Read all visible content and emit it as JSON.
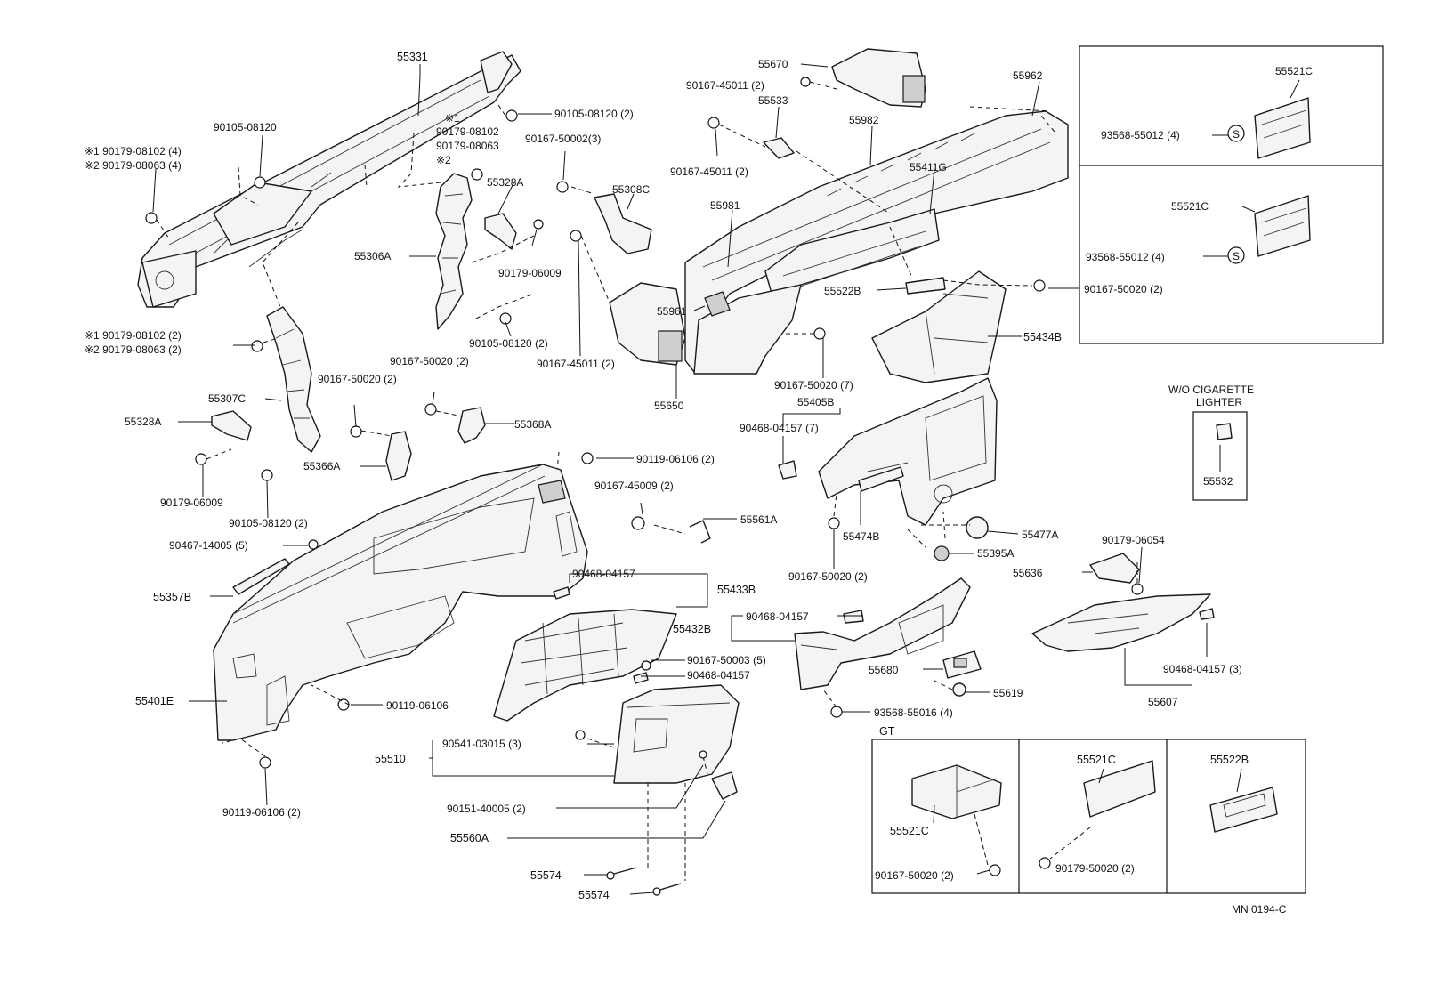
{
  "labels": {
    "p55331": "55331",
    "p90105_08120_top": "90105-08120",
    "p90179_08102_4": "※1 90179-08102 (4)",
    "p90179_08063_4": "※2 90179-08063 (4)",
    "p_mark1": "※1",
    "p90179_08102": "90179-08102",
    "p90179_08063": "90179-08063",
    "p_mark2": "※2",
    "p90105_08120_2a": "90105-08120 (2)",
    "p90167_50002_3": "90167-50002(3)",
    "p55328A_top": "55328A",
    "p55308C": "55308C",
    "p55306A": "55306A",
    "p90179_06009_mid": "90179-06009",
    "p90105_08120_2b": "90105-08120 (2)",
    "p90179_08102_2": "※1 90179-08102 (2)",
    "p90179_08063_2": "※2 90179-08063 (2)",
    "p90167_50020_2a": "90167-50020 (2)",
    "p90167_50020_2b": "90167-50020 (2)",
    "p55307C": "55307C",
    "p55328A_left": "55328A",
    "p55368A": "55368A",
    "p55366A": "55366A",
    "p90179_06009_left": "90179-06009",
    "p90105_08120_2c": "90105-08120 (2)",
    "p90119_06106_2a": "90119-06106 (2)",
    "p90467_14005_5": "90467-14005 (5)",
    "p55357B": "55357B",
    "p55401E": "55401E",
    "p90119_06106": "90119-06106",
    "p90119_06106_2b": "90119-06106 (2)",
    "p90167_45009_2": "90167-45009 (2)",
    "p55561A": "55561A",
    "p90468_04157_a": "90468-04157",
    "p55433B": "55433B",
    "p55432B": "55432B",
    "p90167_50003_5": "90167-50003 (5)",
    "p90468_04157_b": "90468-04157",
    "p90541_03015_3": "90541-03015 (3)",
    "p55510": "55510",
    "p90151_40005_2": "90151-40005 (2)",
    "p55560A": "55560A",
    "p55574_a": "55574",
    "p55574_b": "55574",
    "p55670": "55670",
    "p90167_45011_2a": "90167-45011 (2)",
    "p55533": "55533",
    "p55962": "55962",
    "p55982": "55982",
    "p90167_45011_2b": "90167-45011 (2)",
    "p55411G": "55411G",
    "p55981": "55981",
    "p55522B_mid": "55522B",
    "p90167_50020_2c": "90167-50020 (2)",
    "p55961": "55961",
    "p90167_45011_2c": "90167-45011 (2)",
    "p55434B": "55434B",
    "p55650": "55650",
    "p90167_50020_7": "90167-50020 (7)",
    "p55405B": "55405B",
    "p90468_04157_7": "90468-04157 (7)",
    "p55474B": "55474B",
    "p55477A": "55477A",
    "p55395A": "55395A",
    "p90167_50020_2d": "90167-50020 (2)",
    "p90468_04157_c": "90468-04157",
    "p55680": "55680",
    "p55619": "55619",
    "p93568_55016_4": "93568-55016 (4)",
    "p55636": "55636",
    "p90179_06054": "90179-06054",
    "p90468_04157_3": "90468-04157 (3)",
    "p55607": "55607",
    "wo_line1": "W/O CIGARETTE",
    "wo_line2": "LIGHTER",
    "p55532": "55532",
    "p55521C_box1": "55521C",
    "p93568_55012_4a": "93568-55012 (4)",
    "p55521C_box2": "55521C",
    "p93568_55012_4b": "93568-55012 (4)",
    "s_symbol_a": "S",
    "s_symbol_b": "S",
    "gt": "GT",
    "p55521C_gt1": "55521C",
    "p90167_50020_2e": "90167-50020 (2)",
    "p55521C_gt2": "55521C",
    "p90179_50020_2": "90179-50020 (2)",
    "p55522B_gt": "55522B",
    "diagram_code": "MN 0194-C"
  }
}
